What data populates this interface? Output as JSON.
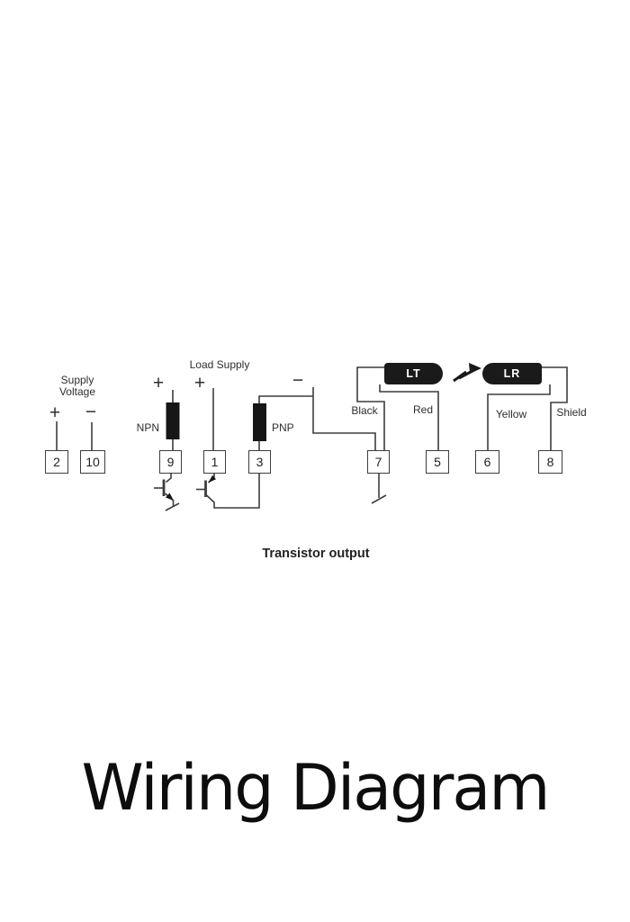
{
  "title": "Wiring Diagram",
  "diagram": {
    "caption": "Transistor output",
    "supply": {
      "label_line1": "Supply",
      "label_line2": "Voltage",
      "plus": "+",
      "minus": "−"
    },
    "load_supply": {
      "label": "Load Supply",
      "plus_npn": "+",
      "plus_pnp": "+",
      "minus": "−"
    },
    "transistors": {
      "left_type": "NPN",
      "right_type": "PNP"
    },
    "devices": {
      "transmitter_label": "LT",
      "receiver_label": "LR"
    },
    "wire_labels": {
      "black": "Black",
      "red": "Red",
      "yellow": "Yellow",
      "shield": "Shield"
    },
    "terminals": [
      {
        "number": "2"
      },
      {
        "number": "10"
      },
      {
        "number": "9"
      },
      {
        "number": "1"
      },
      {
        "number": "3"
      },
      {
        "number": "7"
      },
      {
        "number": "5"
      },
      {
        "number": "6"
      },
      {
        "number": "8"
      }
    ],
    "colors": {
      "wire": "#3d3d3d",
      "component_fill": "#161616",
      "pill_background": "#1a1a1a",
      "pill_text": "#ffffff",
      "text": "#2e2e2e",
      "background": "#ffffff"
    }
  }
}
